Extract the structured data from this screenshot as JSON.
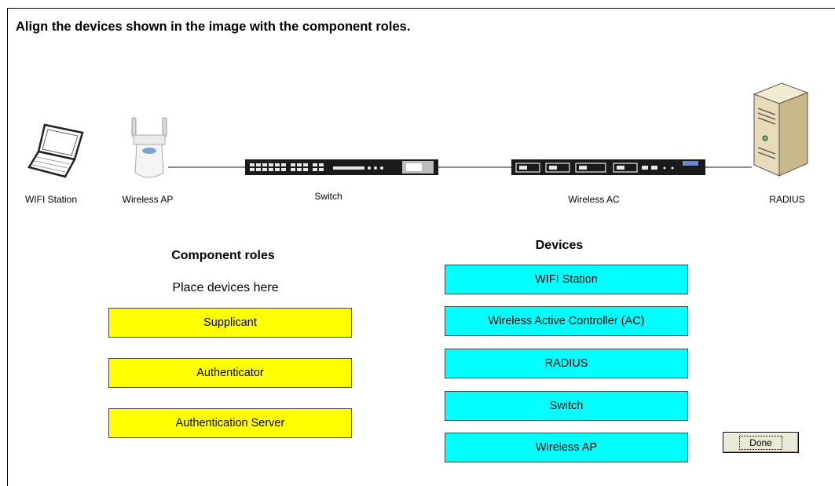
{
  "question": "Align the devices shown in the image with the component roles.",
  "topology": {
    "devices": [
      {
        "label": "WIFI Station",
        "icon": "laptop-icon"
      },
      {
        "label": "Wireless AP",
        "icon": "access-point-icon"
      },
      {
        "label": "Switch",
        "icon": "switch-icon"
      },
      {
        "label": "Wireless AC",
        "icon": "wireless-controller-icon"
      },
      {
        "label": "RADIUS",
        "icon": "server-icon"
      }
    ]
  },
  "roles": {
    "heading": "Component roles",
    "hint": "Place devices here",
    "items": [
      "Supplicant",
      "Authenticator",
      "Authentication Server"
    ],
    "color": "#ffff00"
  },
  "devices": {
    "heading": "Devices",
    "items": [
      "WIFI Station",
      "Wireless Active Controller (AC)",
      "RADIUS",
      "Switch",
      "Wireless AP"
    ],
    "color": "#00ffff"
  },
  "done_label": "Done"
}
